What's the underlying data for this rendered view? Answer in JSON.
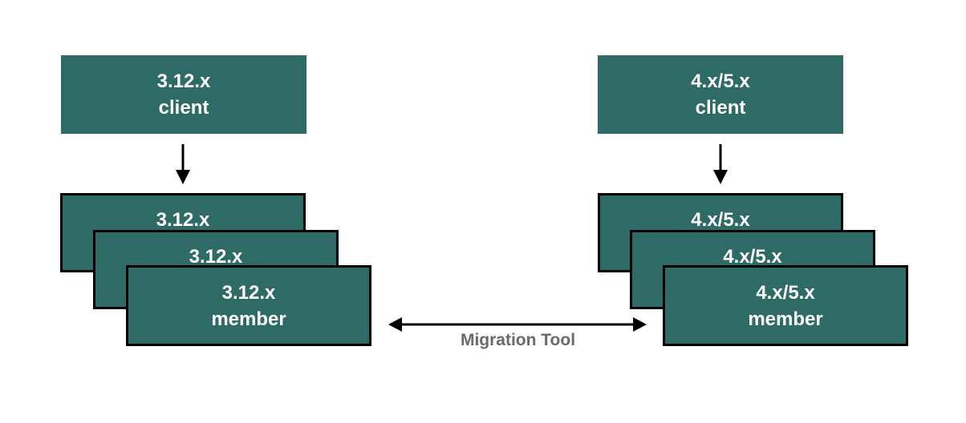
{
  "colors": {
    "box_fill": "#2E6B66",
    "box_border": "#000000",
    "box_text": "#FFFFFF",
    "arrow": "#000000",
    "connector_label_text": "#6A6A6A",
    "background": "#FFFFFF"
  },
  "left": {
    "client": {
      "line1": "3.12.x",
      "line2": "client"
    },
    "stack": [
      {
        "line1": "3.12.x",
        "line2": ""
      },
      {
        "line1": "3.12.x",
        "line2": ""
      },
      {
        "line1": "3.12.x",
        "line2": "member"
      }
    ]
  },
  "right": {
    "client": {
      "line1": "4.x/5.x",
      "line2": "client"
    },
    "stack": [
      {
        "line1": "4.x/5.x",
        "line2": ""
      },
      {
        "line1": "4.x/5.x",
        "line2": ""
      },
      {
        "line1": "4.x/5.x",
        "line2": "member"
      }
    ]
  },
  "connector": {
    "label": "Migration Tool"
  }
}
